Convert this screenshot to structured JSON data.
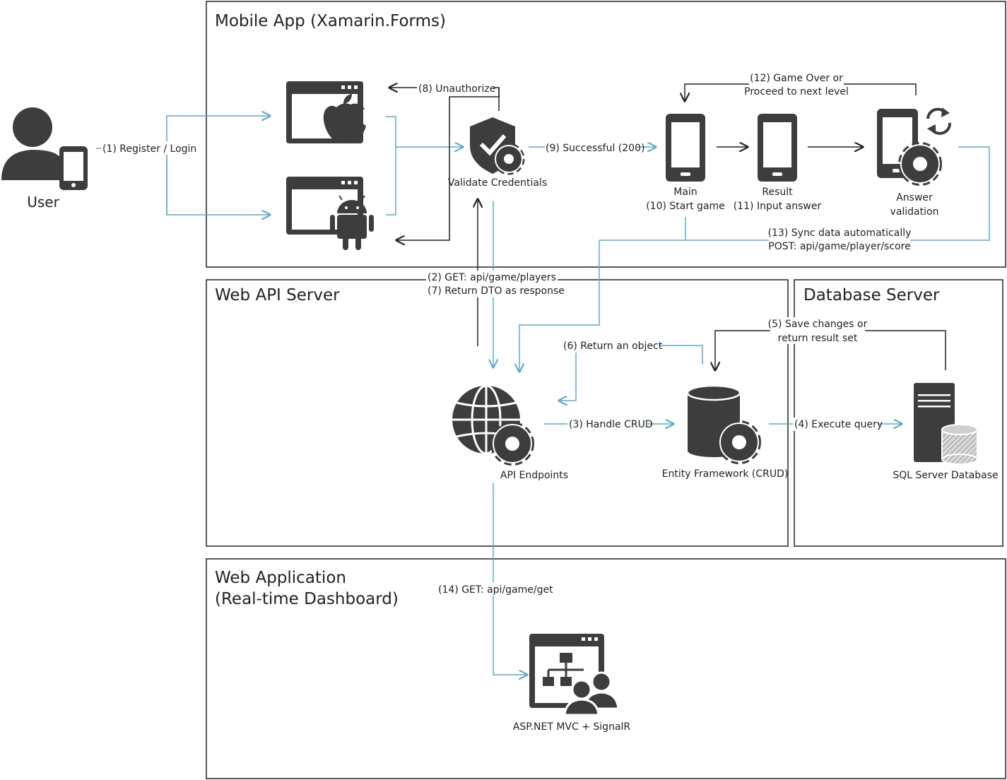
{
  "colors": {
    "icon": "#3d3d3d",
    "line_blue": "#5aaccc",
    "line_dark": "#222222",
    "panel_border": "#222222",
    "background": "#ffffff"
  },
  "panels": {
    "mobile": "Mobile App (Xamarin.Forms)",
    "webapi": "Web API Server",
    "database": "Database Server",
    "webapp_line1": "Web Application",
    "webapp_line2": "(Real-time Dashboard)"
  },
  "nodes": {
    "user": "User",
    "validate": "Validate Credentials",
    "main_line1": "Main",
    "main_line2": "(10) Start game",
    "result_line1": "Result",
    "result_line2": "(11) Input answer",
    "answer_line1": "Answer",
    "answer_line2": "validation",
    "api": "API Endpoints",
    "ef": "Entity Framework (CRUD)",
    "sql": "SQL Server Database",
    "aspnet": "ASP.NET MVC + SignalR"
  },
  "icons": {
    "user": "user-icon",
    "ios": "ios-app-window-icon",
    "android": "android-app-window-icon",
    "validate": "shield-gear-icon",
    "main": "smartphone-icon",
    "result": "smartphone-icon",
    "answer": "smartphone-gear-refresh-icon",
    "api": "globe-gear-icon",
    "ef": "database-gear-icon",
    "sql": "server-database-icon",
    "aspnet": "dashboard-users-icon"
  },
  "edges": {
    "e1": "(1) Register / Login",
    "e2": "(2) GET: api/game/players",
    "e3": "(3) Handle CRUD",
    "e4": "(4) Execute query",
    "e5_line1": "(5) Save changes or",
    "e5_line2": "return result set",
    "e6": "(6) Return an object",
    "e7": "(7) Return DTO as response",
    "e8": "(8) Unauthorize",
    "e9": "(9) Successful (200)",
    "e12_line1": "(12) Game Over or",
    "e12_line2": "Proceed to next level",
    "e13_line1": "(13) Sync data automatically",
    "e13_line2": "POST: api/game/player/score",
    "e14": "(14) GET: api/game/get"
  }
}
